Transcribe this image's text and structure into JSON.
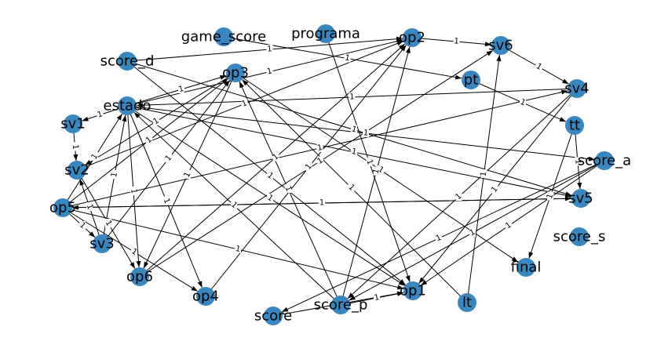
{
  "colors": {
    "node": "#3a87c0",
    "edge": "#000000",
    "label": "#000000",
    "background": "#ffffff"
  },
  "edge_weight_label": "1",
  "nodes": [
    {
      "id": "game_score",
      "label": "game_score"
    },
    {
      "id": "programa",
      "label": "programa"
    },
    {
      "id": "op2",
      "label": "op2"
    },
    {
      "id": "sv6",
      "label": "sv6"
    },
    {
      "id": "score_d",
      "label": "score_d"
    },
    {
      "id": "op3",
      "label": "op3"
    },
    {
      "id": "pt",
      "label": "pt"
    },
    {
      "id": "sv4",
      "label": "sv4"
    },
    {
      "id": "estado",
      "label": "estado"
    },
    {
      "id": "sv1",
      "label": "sv1"
    },
    {
      "id": "tt",
      "label": "tt"
    },
    {
      "id": "sv2",
      "label": "sv2"
    },
    {
      "id": "score_a",
      "label": "score_a"
    },
    {
      "id": "sv5",
      "label": "sv5"
    },
    {
      "id": "op5",
      "label": "op5"
    },
    {
      "id": "score_s",
      "label": "score_s"
    },
    {
      "id": "sv3",
      "label": "sv3"
    },
    {
      "id": "final",
      "label": "final"
    },
    {
      "id": "op6",
      "label": "op6"
    },
    {
      "id": "op1",
      "label": "op1"
    },
    {
      "id": "op4",
      "label": "op4"
    },
    {
      "id": "score_p",
      "label": "score_p"
    },
    {
      "id": "lt",
      "label": "lt"
    },
    {
      "id": "score",
      "label": "score"
    }
  ],
  "edges": [
    [
      "game_score",
      "pt"
    ],
    [
      "programa",
      "op1"
    ],
    [
      "op2",
      "sv6"
    ],
    [
      "sv6",
      "sv4"
    ],
    [
      "score_d",
      "op1"
    ],
    [
      "score_d",
      "sv5"
    ],
    [
      "score_d",
      "op2"
    ],
    [
      "op3",
      "op6"
    ],
    [
      "op3",
      "sv2"
    ],
    [
      "op3",
      "final"
    ],
    [
      "pt",
      "tt"
    ],
    [
      "sv4",
      "estado"
    ],
    [
      "sv4",
      "op1"
    ],
    [
      "sv4",
      "score_p"
    ],
    [
      "estado",
      "sv1"
    ],
    [
      "estado",
      "op2"
    ],
    [
      "estado",
      "op3"
    ],
    [
      "estado",
      "score_a"
    ],
    [
      "estado",
      "sv5"
    ],
    [
      "estado",
      "op6"
    ],
    [
      "estado",
      "op4"
    ],
    [
      "estado",
      "op1"
    ],
    [
      "sv1",
      "sv2"
    ],
    [
      "tt",
      "sv5"
    ],
    [
      "sv2",
      "op2"
    ],
    [
      "sv2",
      "op6"
    ],
    [
      "score_a",
      "op1"
    ],
    [
      "score_a",
      "score_p"
    ],
    [
      "score_a",
      "score"
    ],
    [
      "sv5",
      "op5"
    ],
    [
      "op5",
      "sv5"
    ],
    [
      "op5",
      "estado"
    ],
    [
      "op5",
      "op1"
    ],
    [
      "op5",
      "op4"
    ],
    [
      "op5",
      "op3"
    ],
    [
      "op5",
      "sv4"
    ],
    [
      "sv3",
      "estado"
    ],
    [
      "sv3",
      "op3"
    ],
    [
      "sv3",
      "sv2"
    ],
    [
      "op6",
      "op2"
    ],
    [
      "op6",
      "sv6"
    ],
    [
      "op4",
      "op2"
    ],
    [
      "score_p",
      "op3"
    ],
    [
      "score_p",
      "op1"
    ],
    [
      "score_p",
      "op2"
    ],
    [
      "lt",
      "sv6"
    ],
    [
      "lt",
      "op3"
    ],
    [
      "tt",
      "final"
    ],
    [
      "score",
      "op1"
    ],
    [
      "op5",
      "sv3"
    ],
    [
      "score_p",
      "estado"
    ]
  ]
}
